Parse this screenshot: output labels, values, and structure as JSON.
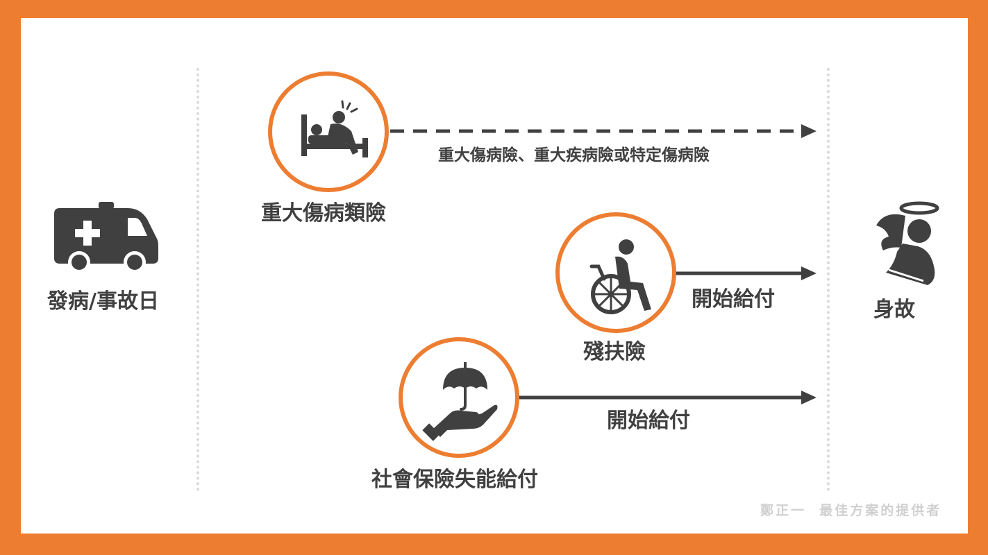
{
  "start": {
    "label": "發病/事故日",
    "icon": "ambulance-icon"
  },
  "end": {
    "label": "身故",
    "icon": "angel-icon"
  },
  "items": [
    {
      "id": "critical-illness",
      "title": "重大傷病類險",
      "arrow_label": "重大傷病險、重大疾病險或特定傷病險",
      "arrow_style": "dashed",
      "icon": "bedridden-patient-icon"
    },
    {
      "id": "disability",
      "title": "殘扶險",
      "arrow_label": "開始給付",
      "arrow_style": "solid",
      "icon": "wheelchair-icon"
    },
    {
      "id": "social-insurance",
      "title": "社會保險失能給付",
      "arrow_label": "開始給付",
      "arrow_style": "solid",
      "icon": "hand-umbrella-icon"
    }
  ],
  "footer": {
    "credit": "鄭正一  最佳方案的提供者"
  },
  "colors": {
    "accent": "#ED7D31",
    "dark": "#404040",
    "divider": "#D9D9D9",
    "credit": "#D0D0D0"
  }
}
